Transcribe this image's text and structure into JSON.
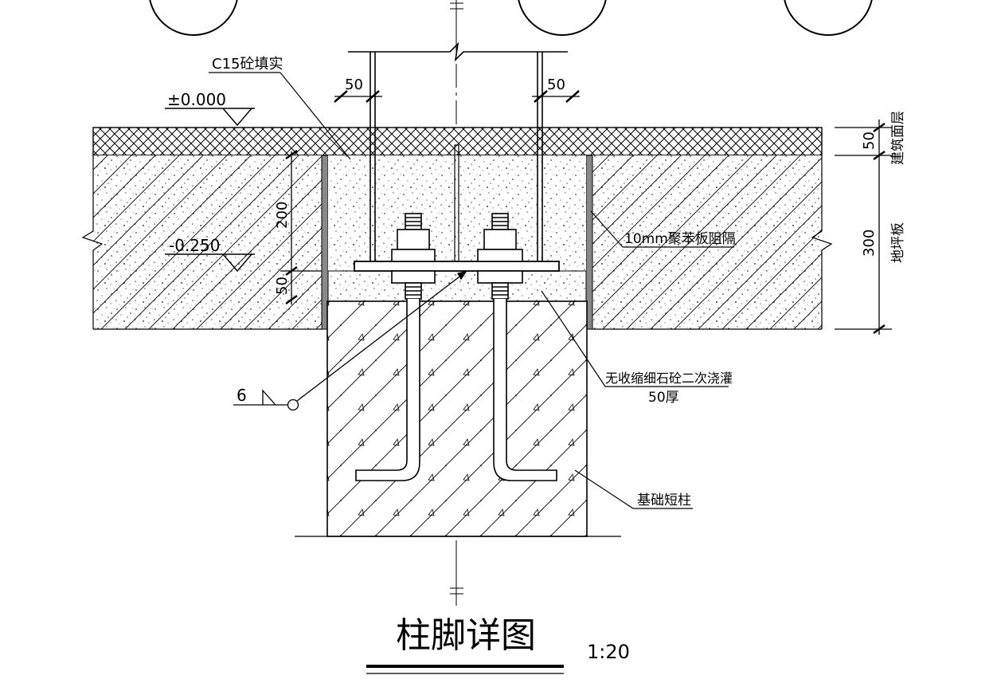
{
  "title": "柱脚详图",
  "scale": "1:20",
  "levels": {
    "top": "±0.000",
    "base": "-0.250"
  },
  "dimensions": {
    "left_offset": "50",
    "right_offset": "50",
    "depth_200": "200",
    "depth_50": "50",
    "surface_layer": "50",
    "slab": "300"
  },
  "labels": {
    "fill_concrete": "C15砼填实",
    "isolation": "10mm聚苯板阻隔",
    "grout_line1": "无收缩细石砼二次浇灌",
    "grout_line2": "50厚",
    "stub_column": "基础短柱",
    "surface_layer": "建筑面层",
    "slab": "地坪板",
    "weld": "6"
  }
}
